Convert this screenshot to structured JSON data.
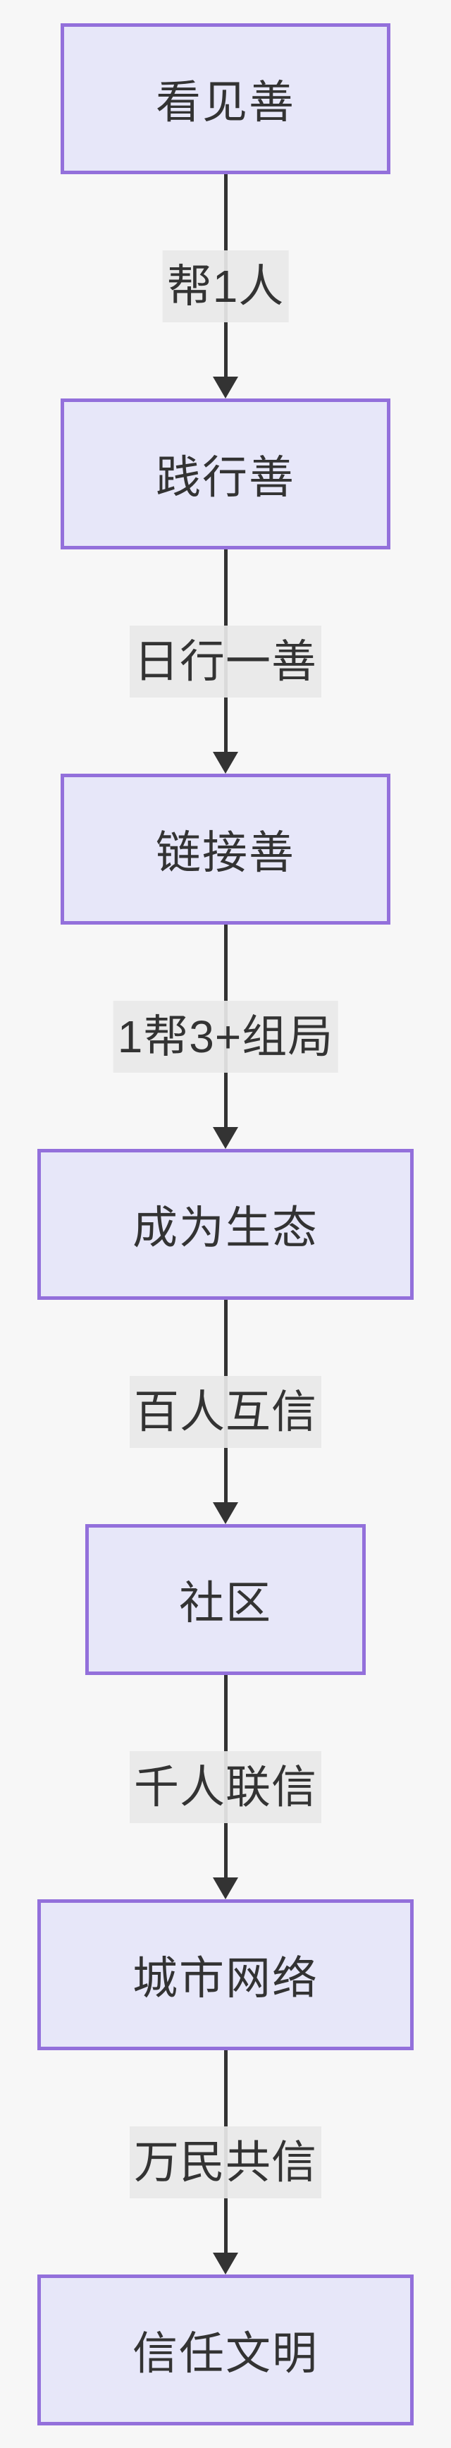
{
  "diagram": {
    "type": "flowchart-top-down",
    "colors": {
      "background": "#f7f7f7",
      "node_fill": "#e7e7f9",
      "node_border": "#9370db",
      "text": "#333333",
      "edge_line": "#333333",
      "edge_label_bg": "#e8e8e8"
    },
    "nodes": [
      {
        "label": "看见善"
      },
      {
        "label": "践行善"
      },
      {
        "label": "链接善"
      },
      {
        "label": "成为生态"
      },
      {
        "label": "社区"
      },
      {
        "label": "城市网络"
      },
      {
        "label": "信任文明"
      }
    ],
    "edges": [
      {
        "from": "看见善",
        "to": "践行善",
        "label": "帮1人"
      },
      {
        "from": "践行善",
        "to": "链接善",
        "label": "日行一善"
      },
      {
        "from": "链接善",
        "to": "成为生态",
        "label": "1帮3+组局"
      },
      {
        "from": "成为生态",
        "to": "社区",
        "label": "百人互信"
      },
      {
        "from": "社区",
        "to": "城市网络",
        "label": "千人联信"
      },
      {
        "from": "城市网络",
        "to": "信任文明",
        "label": "万民共信"
      }
    ]
  }
}
